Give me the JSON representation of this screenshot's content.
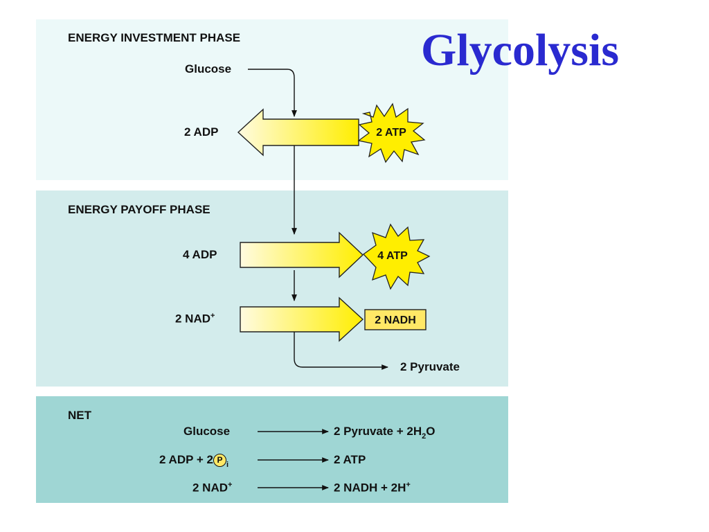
{
  "title": "Glycolysis",
  "investment": {
    "heading": "ENERGY INVESTMENT PHASE",
    "glucose": "Glucose",
    "adp": "2 ADP",
    "atp": "2 ATP"
  },
  "payoff": {
    "heading": "ENERGY PAYOFF PHASE",
    "adp": "4 ADP",
    "atp": "4 ATP",
    "nad": "2 NAD",
    "nad_sup": "+",
    "nadh": "2 NADH",
    "pyruvate": "2 Pyruvate"
  },
  "net": {
    "heading": "NET",
    "row1_left": "Glucose",
    "row1_right": "2 Pyruvate + 2H",
    "row1_sub": "2",
    "row1_end": "O",
    "row2_left": "2 ADP + 2",
    "row2_p": "P",
    "row2_sub": "i",
    "row2_right": "2 ATP",
    "row3_left": "2 NAD",
    "row3_sup": "+",
    "row3_right": "2 NADH + 2H",
    "row3_sup2": "+"
  },
  "colors": {
    "title": "#2a2ad0",
    "arrow_fill_start": "#fffbe0",
    "arrow_fill_end": "#ffee00",
    "star": "#ffee00"
  }
}
